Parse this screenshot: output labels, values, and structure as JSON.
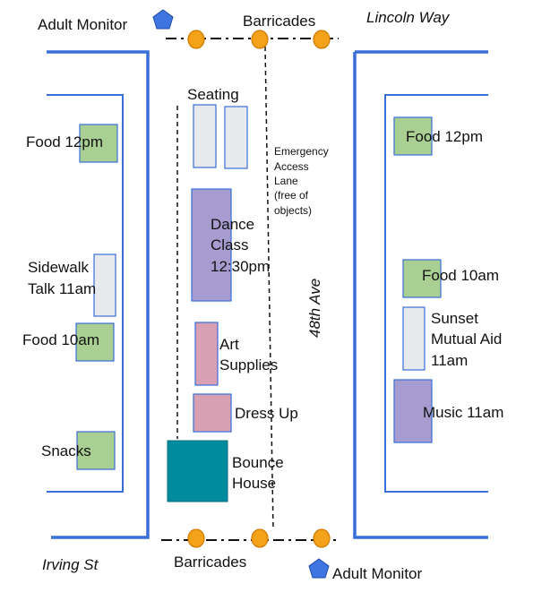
{
  "streets": {
    "north": "Lincoln Way",
    "south": "Irving St",
    "avenue": "48th Ave"
  },
  "barricades": {
    "top": "Barricades",
    "bottom": "Barricades"
  },
  "monitors": {
    "top": "Adult Monitor",
    "bottom": "Adult Monitor"
  },
  "lane": {
    "line1": "Emergency",
    "line2": "Access",
    "line3": "Lane",
    "line4": "(free of",
    "line5": "objects)"
  },
  "center": {
    "seating": "Seating",
    "dance": {
      "line1": "Dance",
      "line2": "Class",
      "line3": "12:30pm"
    },
    "art": {
      "line1": "Art",
      "line2": "Supplies"
    },
    "dress_up": "Dress Up",
    "bounce": {
      "line1": "Bounce",
      "line2": "House"
    }
  },
  "left_side": {
    "food_12": "Food 12pm",
    "sidewalk": {
      "line1": "Sidewalk",
      "line2": "Talk 11am"
    },
    "food_10": "Food 10am",
    "snacks": "Snacks"
  },
  "right_side": {
    "food_12": "Food 12pm",
    "food_10": "Food 10am",
    "mutual_aid": {
      "line1": "Sunset",
      "line2": "Mutual Aid",
      "line3": "11am"
    },
    "music": "Music 11am"
  },
  "colors": {
    "street_line": "#3a6fd8",
    "food": "#a9cf93",
    "grey": "#e7e9ec",
    "purple": "#a79ccf",
    "pink": "#d7a1b3",
    "teal": "#008b9e",
    "barricade": "#f4a21a",
    "monitor": "#3f75e0",
    "box_border": "#3a6fd8"
  }
}
